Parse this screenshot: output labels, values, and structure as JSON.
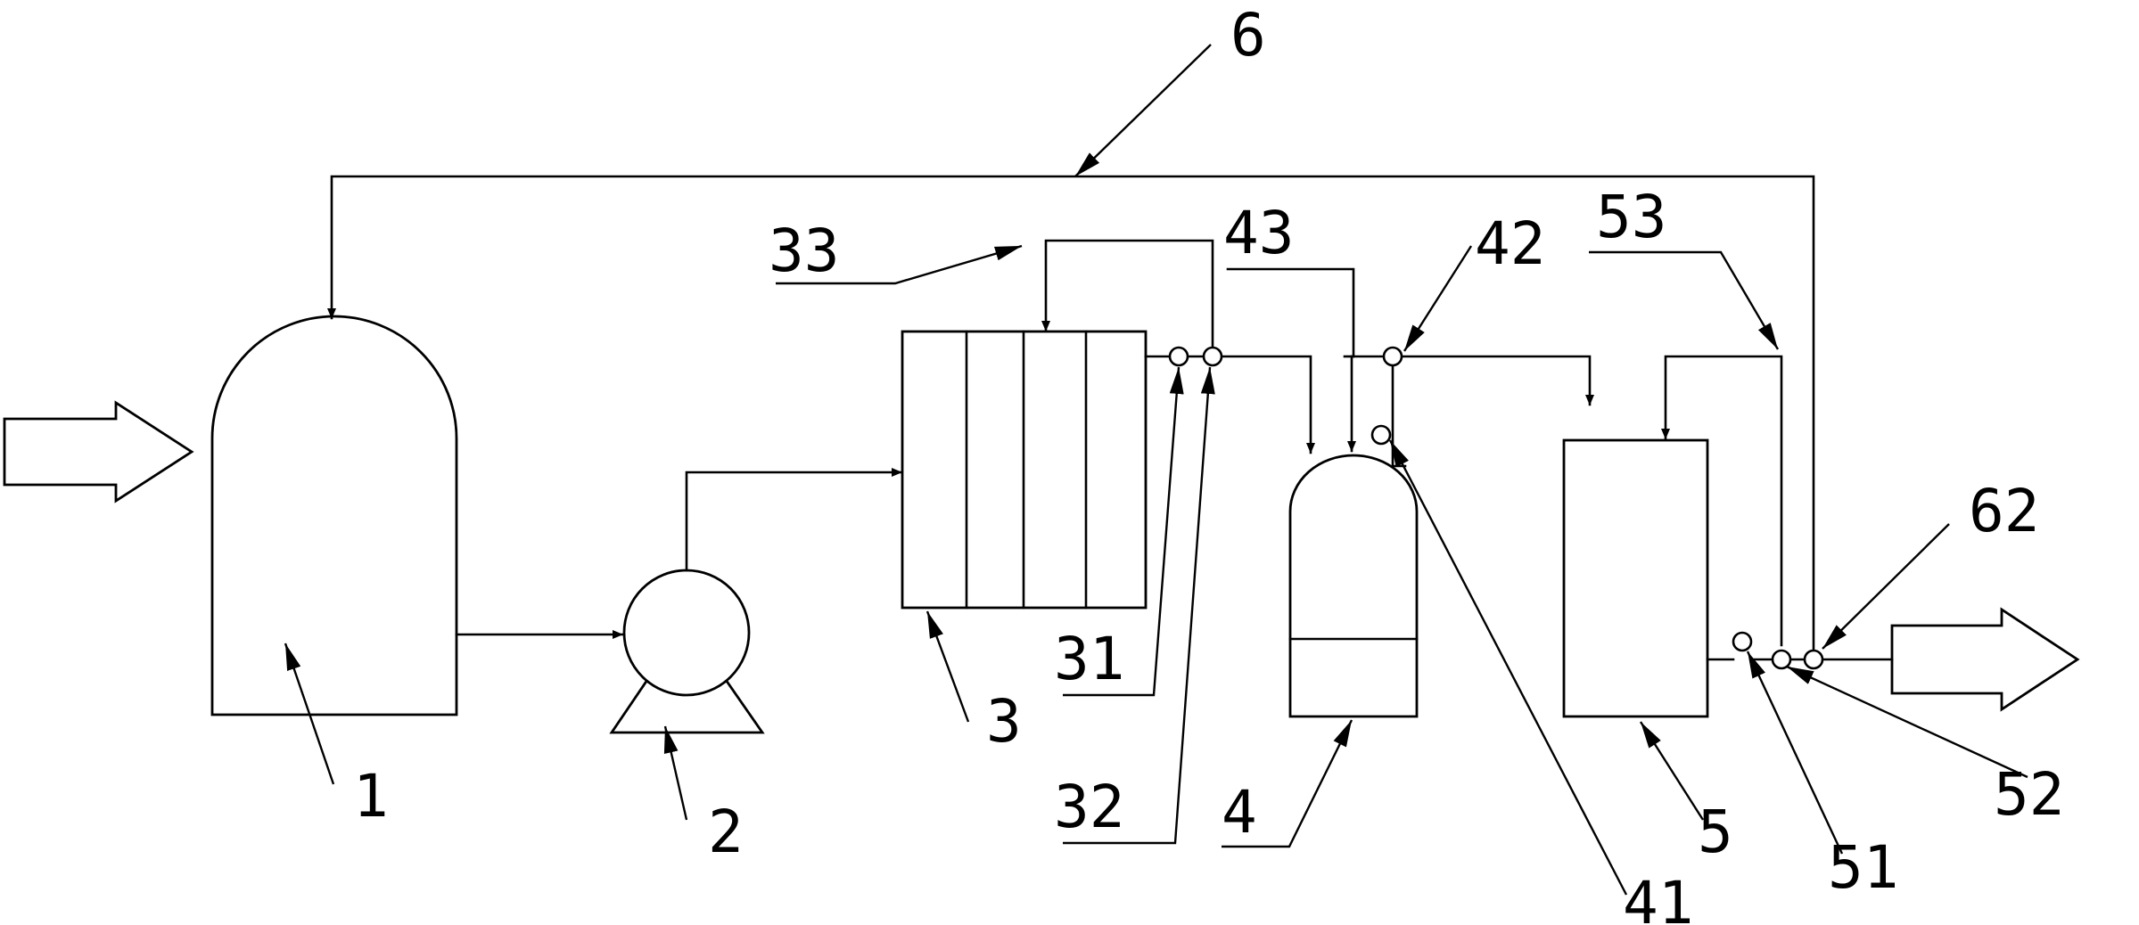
{
  "diagram": {
    "labels": {
      "n1": "1",
      "n2": "2",
      "n3": "3",
      "n31": "31",
      "n32": "32",
      "n33": "33",
      "n4": "4",
      "n41": "41",
      "n42": "42",
      "n43": "43",
      "n5": "5",
      "n51": "51",
      "n52": "52",
      "n53": "53",
      "n6": "6",
      "n62": "62"
    }
  }
}
